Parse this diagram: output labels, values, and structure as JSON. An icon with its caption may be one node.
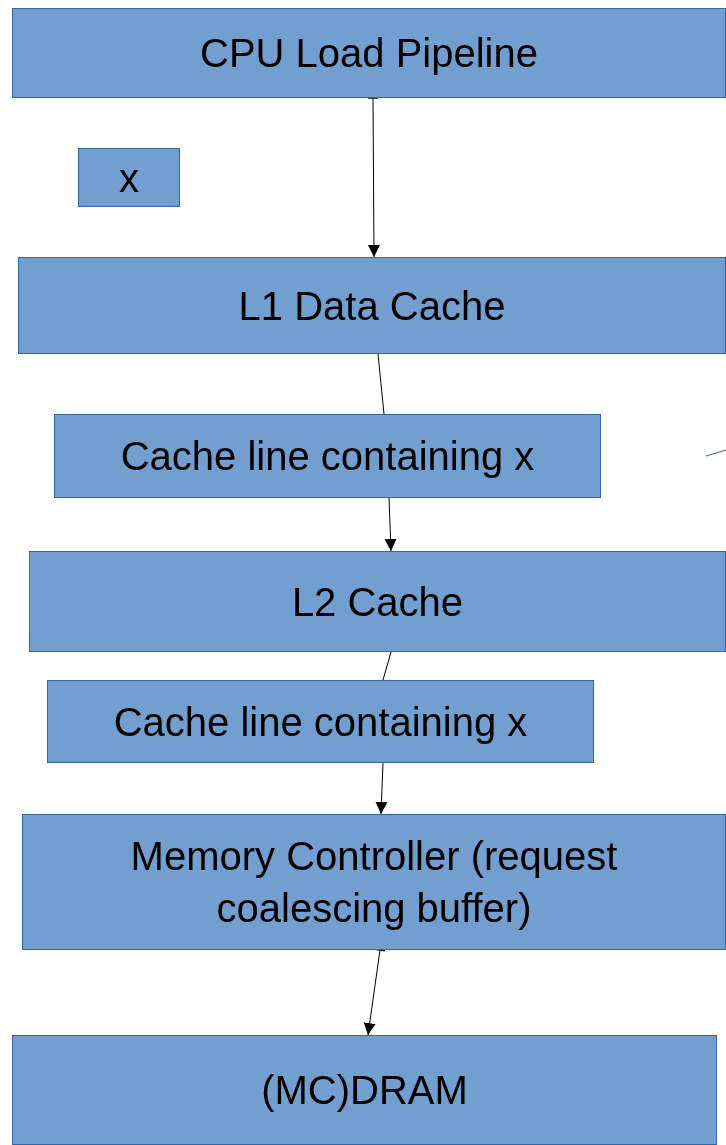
{
  "diagram": {
    "nodes": [
      {
        "text": [
          "CPU Load Pipeline"
        ]
      },
      {
        "text": [
          "x"
        ]
      },
      {
        "text": [
          "L1 Data Cache"
        ]
      },
      {
        "text": [
          "Cache line containing x"
        ]
      },
      {
        "text": [
          "L2 Cache"
        ]
      },
      {
        "text": [
          "Cache line containing x"
        ]
      },
      {
        "text": [
          "Memory Controller (request coalescing buffer)"
        ]
      },
      {
        "text": [
          "(MC)DRAM"
        ]
      }
    ],
    "edges": [
      {
        "from": 0,
        "to": 2,
        "arrow": "to"
      },
      {
        "from": 2,
        "to": 3,
        "arrow": "none"
      },
      {
        "from": 3,
        "to": 4,
        "arrow": "to"
      },
      {
        "from": 4,
        "to": 5,
        "arrow": "none"
      },
      {
        "from": 5,
        "to": 6,
        "arrow": "to"
      },
      {
        "from": 6,
        "to": 7,
        "arrow": "to"
      }
    ]
  }
}
